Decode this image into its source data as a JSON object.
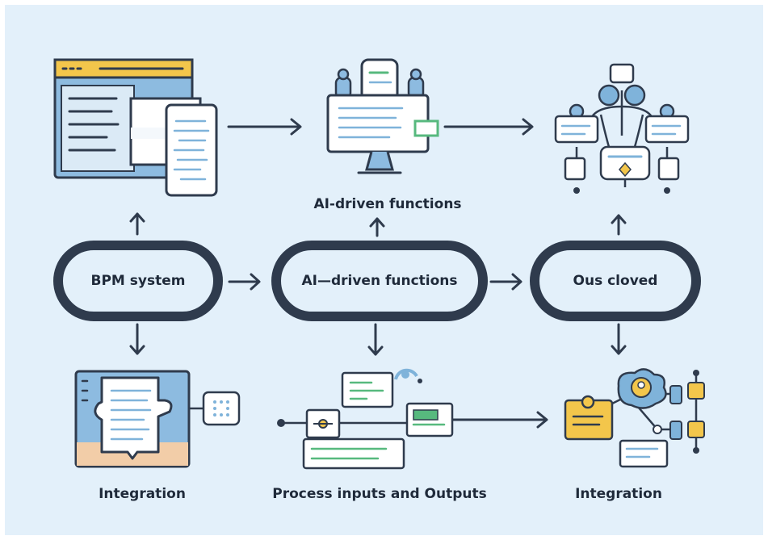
{
  "nodes": {
    "bpm_system": "BPM system",
    "ai_driven_center": "AI—driven functions",
    "ous_cloved": "Ous cloved"
  },
  "labels": {
    "top_middle": "AI-driven functions",
    "bottom_left": "Integration",
    "bottom_middle": "Process inputs and Outputs",
    "bottom_right": "Integration"
  },
  "colors": {
    "background": "#e3f0fa",
    "outline": "#2f3b4d",
    "accent_blue": "#7fb3da",
    "accent_yellow": "#f3c64b",
    "accent_green": "#57b97e",
    "accent_peach": "#f2cda8"
  }
}
